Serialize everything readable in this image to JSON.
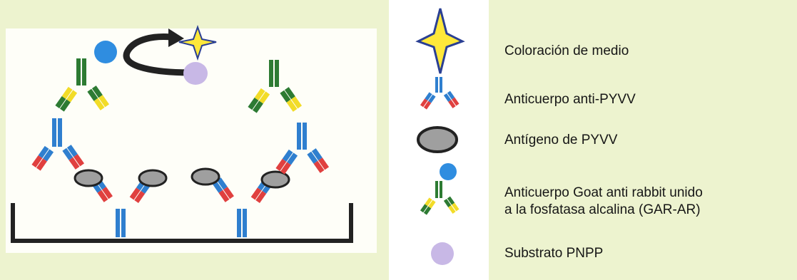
{
  "legend": {
    "items": [
      {
        "icon": "star-icon",
        "label": "Coloración de medio"
      },
      {
        "icon": "antibody-anti-pyvv-icon",
        "label": "Anticuerpo anti-PYVV"
      },
      {
        "icon": "antigen-ellipse-icon",
        "label": "Antígeno de PYVV"
      },
      {
        "icon": "antibody-gar-ar-icon",
        "label_line1": "Anticuerpo Goat anti rabbit unido",
        "label_line2": "a la fosfatasa alcalina (GAR-AR)"
      },
      {
        "icon": "substrate-circle-icon",
        "label": "Substrato PNPP"
      }
    ]
  },
  "colors": {
    "background": "#edf3cf",
    "panel": "#fefef8",
    "blue": "#2f7fcf",
    "red": "#e0403f",
    "green": "#2d7b33",
    "yellow": "#f2dc28",
    "antigen_fill": "#9f9f9f",
    "enzyme_blue": "#2f8de0",
    "substrate_purple": "#c8b8e6",
    "star_yellow": "#ffe83a",
    "star_outline": "#2a3f93",
    "plate": "#222222"
  }
}
